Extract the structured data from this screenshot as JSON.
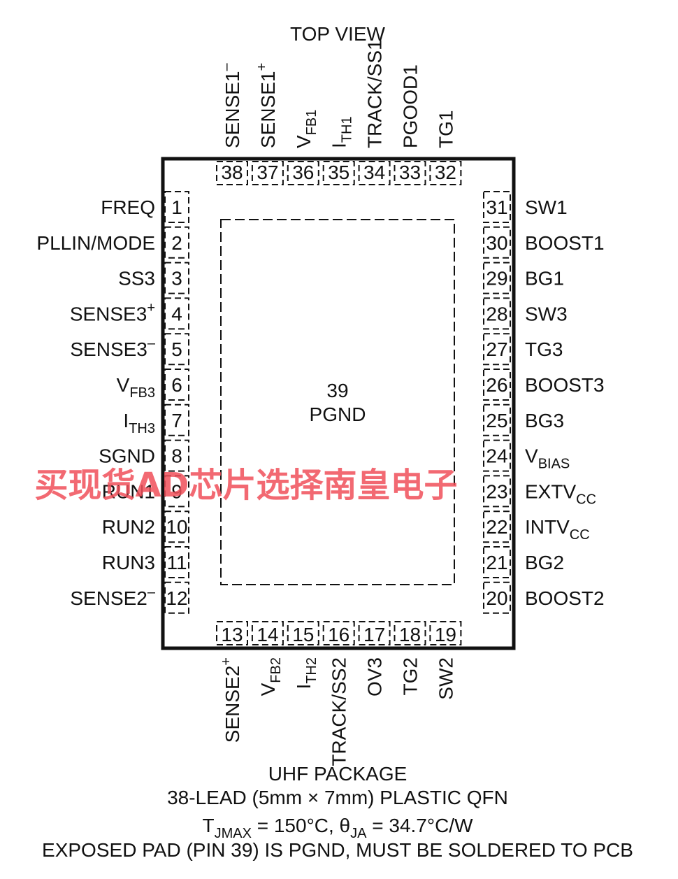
{
  "title": "TOP VIEW",
  "exposed_pad": {
    "number": "39",
    "name": "PGND"
  },
  "left_pins": [
    {
      "num": "1",
      "label": "FREQ"
    },
    {
      "num": "2",
      "label": "PLLIN/MODE"
    },
    {
      "num": "3",
      "label": "SS3"
    },
    {
      "num": "4",
      "label": "SENSE3",
      "sup": "+"
    },
    {
      "num": "5",
      "label": "SENSE3",
      "sup": "–"
    },
    {
      "num": "6",
      "label": "V",
      "sub": "FB3"
    },
    {
      "num": "7",
      "label": "I",
      "sub": "TH3"
    },
    {
      "num": "8",
      "label": "SGND"
    },
    {
      "num": "9",
      "label": "RUN1"
    },
    {
      "num": "10",
      "label": "RUN2"
    },
    {
      "num": "11",
      "label": "RUN3"
    },
    {
      "num": "12",
      "label": "SENSE2",
      "sup": "–"
    }
  ],
  "right_pins": [
    {
      "num": "31",
      "label": "SW1"
    },
    {
      "num": "30",
      "label": "BOOST1"
    },
    {
      "num": "29",
      "label": "BG1"
    },
    {
      "num": "28",
      "label": "SW3"
    },
    {
      "num": "27",
      "label": "TG3"
    },
    {
      "num": "26",
      "label": "BOOST3"
    },
    {
      "num": "25",
      "label": "BG3"
    },
    {
      "num": "24",
      "label": "V",
      "sub": "BIAS"
    },
    {
      "num": "23",
      "label": "EXTV",
      "sub": "CC"
    },
    {
      "num": "22",
      "label": "INTV",
      "sub": "CC"
    },
    {
      "num": "21",
      "label": "BG2"
    },
    {
      "num": "20",
      "label": "BOOST2"
    }
  ],
  "top_pins": [
    {
      "num": "38",
      "label": "SENSE1",
      "sup": "–"
    },
    {
      "num": "37",
      "label": "SENSE1",
      "sup": "+"
    },
    {
      "num": "36",
      "label": "V",
      "sub": "FB1"
    },
    {
      "num": "35",
      "label": "I",
      "sub": "TH1"
    },
    {
      "num": "34",
      "label": "TRACK/SS1"
    },
    {
      "num": "33",
      "label": "PGOOD1"
    },
    {
      "num": "32",
      "label": "TG1"
    }
  ],
  "bottom_pins": [
    {
      "num": "13",
      "label": "SENSE2",
      "sup": "+"
    },
    {
      "num": "14",
      "label": "V",
      "sub": "FB2"
    },
    {
      "num": "15",
      "label": "I",
      "sub": "TH2"
    },
    {
      "num": "16",
      "label": "TRACK/SS2"
    },
    {
      "num": "17",
      "label": "OV3"
    },
    {
      "num": "18",
      "label": "TG2"
    },
    {
      "num": "19",
      "label": "SW2"
    }
  ],
  "footer": {
    "package": "UHF PACKAGE",
    "description": "38-LEAD (5mm × 7mm) PLASTIC QFN",
    "thermal_t": "T",
    "thermal_t_sub": "JMAX",
    "thermal_mid": " = 150°C, θ",
    "thermal_theta_sub": "JA",
    "thermal_end": " = 34.7°C/W",
    "exposed_note": "EXPOSED PAD (PIN 39) IS PGND, MUST BE SOLDERED TO PCB"
  },
  "watermark": "买现货AD芯片选择南皇电子"
}
